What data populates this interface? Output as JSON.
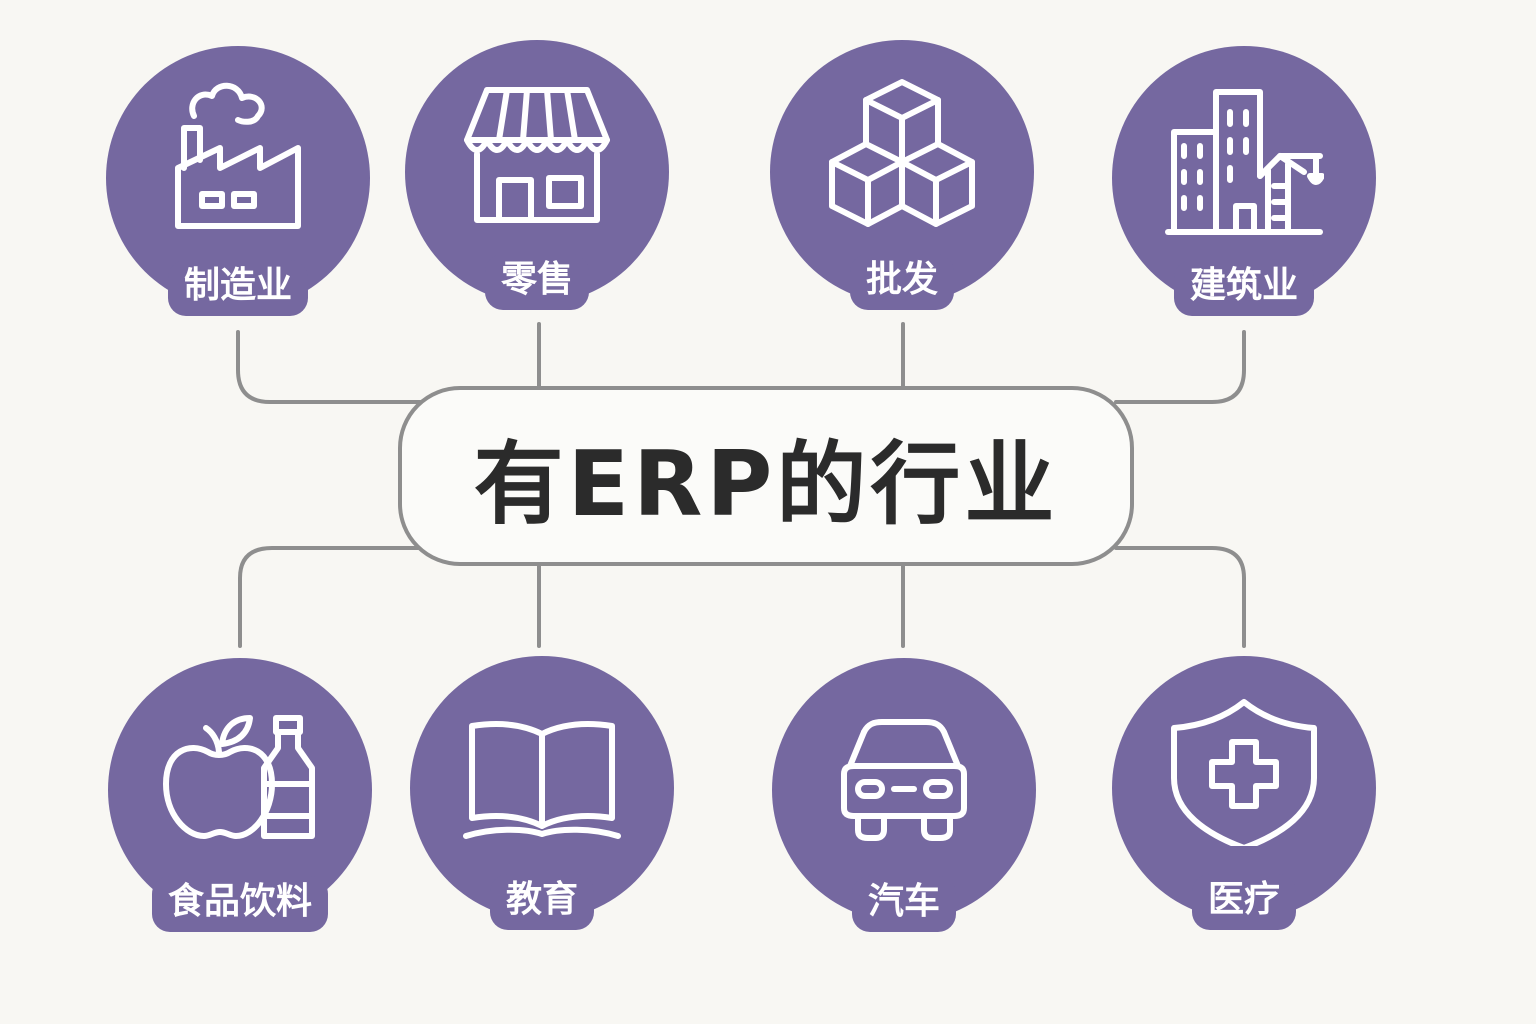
{
  "title": "有ERP的行业",
  "colors": {
    "node_fill": "#7568a0",
    "connector": "#8e8e8e",
    "icon_stroke": "#ffffff",
    "title_text": "#2b2b2b"
  },
  "industries_top": [
    {
      "label": "制造业",
      "icon": "factory-icon"
    },
    {
      "label": "零售",
      "icon": "storefront-icon"
    },
    {
      "label": "批发",
      "icon": "stacked-boxes-icon"
    },
    {
      "label": "建筑业",
      "icon": "buildings-crane-icon"
    }
  ],
  "industries_bottom": [
    {
      "label": "食品饮料",
      "icon": "apple-bottle-icon"
    },
    {
      "label": "教育",
      "icon": "open-book-icon"
    },
    {
      "label": "汽车",
      "icon": "car-icon"
    },
    {
      "label": "医疗",
      "icon": "medical-shield-icon"
    }
  ]
}
